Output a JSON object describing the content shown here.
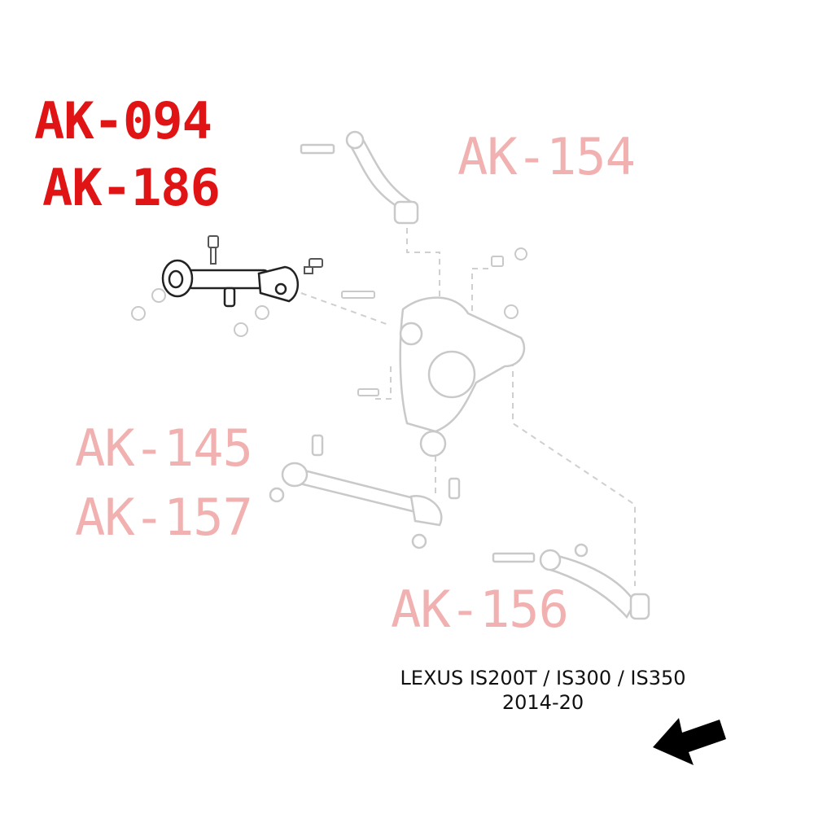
{
  "labels": {
    "ak094": "AK-094",
    "ak186": "AK-186",
    "ak154": "AK-154",
    "ak145": "AK-145",
    "ak157": "AK-157",
    "ak156": "AK-156"
  },
  "caption": {
    "model": "LEXUS IS200T / IS300 / IS350",
    "years": "2014-20"
  },
  "colors": {
    "highlight_label": "#e01414",
    "faded_label": "#f2b1b1",
    "highlight_part": "#222222",
    "faded_part": "#c9c9c9",
    "caption": "#111111",
    "arrow": "#000000"
  },
  "icons": {
    "direction": "arrow-left-down-icon"
  }
}
